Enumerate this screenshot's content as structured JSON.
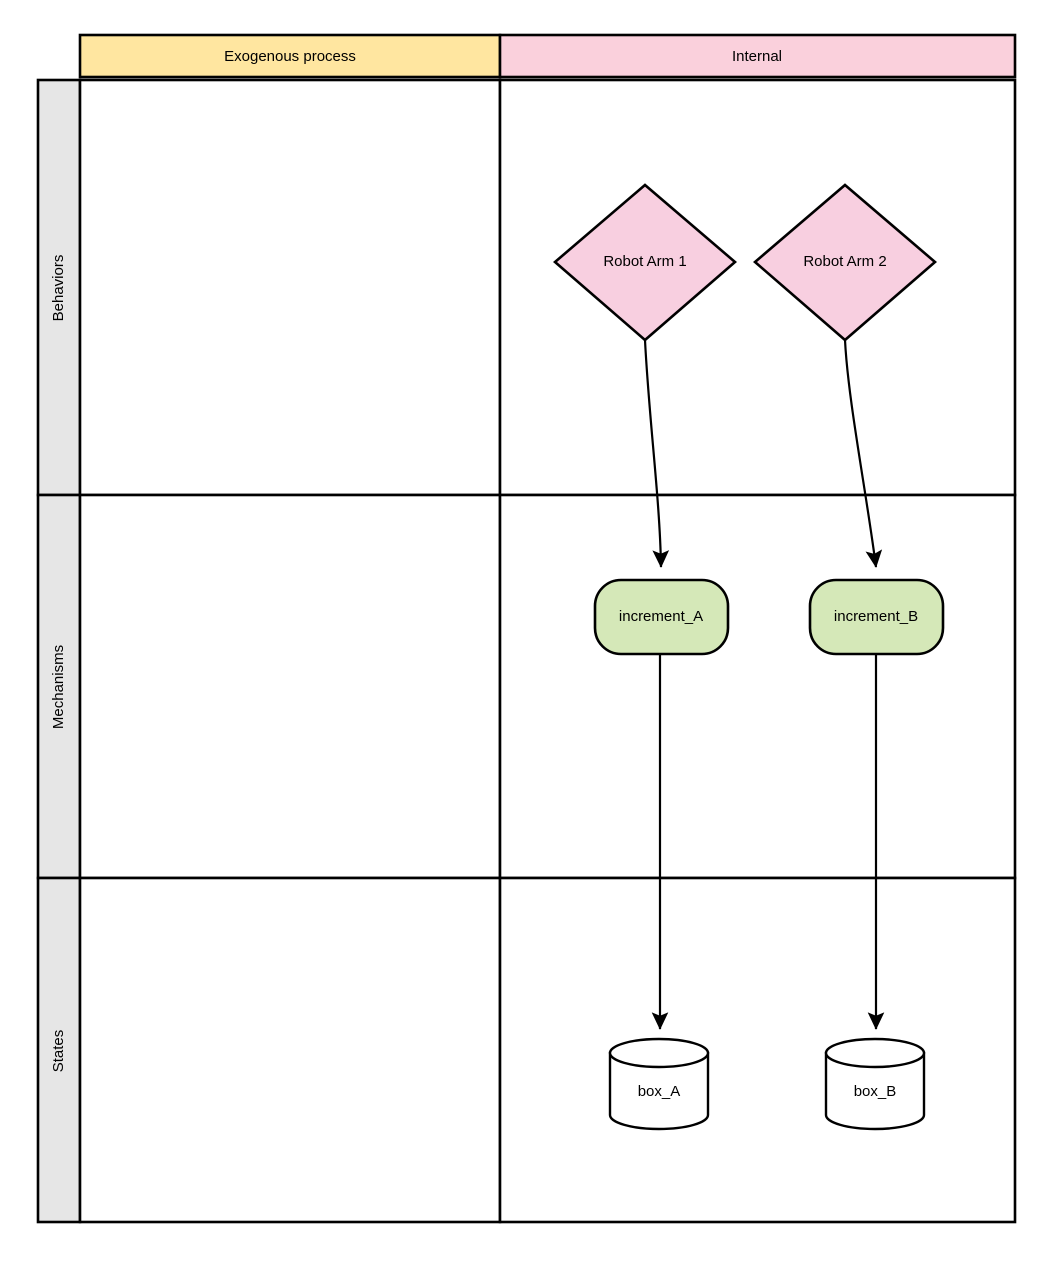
{
  "diagram": {
    "title": "Exogenous process / Internal pool diagram",
    "background": "#ffffff",
    "columns": [
      {
        "id": "exogenous",
        "label": "Exogenous process",
        "fill": "#ffe6a0"
      },
      {
        "id": "internal",
        "label": "Internal",
        "fill": "#fad0dc"
      }
    ],
    "rows": [
      {
        "id": "behaviors",
        "label": "Behaviors",
        "fill": "#e6e6e6"
      },
      {
        "id": "mechanisms",
        "label": "Mechanisms",
        "fill": "#e6e6e6"
      },
      {
        "id": "states",
        "label": "States",
        "fill": "#e6e6e6"
      }
    ],
    "nodes": [
      {
        "id": "robot-arm-1",
        "label": "Robot Arm 1",
        "shape": "diamond",
        "fill": "#f8cfe0",
        "stroke": "#000000",
        "row": "behaviors",
        "column": "internal"
      },
      {
        "id": "robot-arm-2",
        "label": "Robot Arm 2",
        "shape": "diamond",
        "fill": "#f8cfe0",
        "stroke": "#000000",
        "row": "behaviors",
        "column": "internal"
      },
      {
        "id": "increment-a",
        "label": "increment_A",
        "shape": "rounded-rectangle",
        "fill": "#d5e8b8",
        "stroke": "#000000",
        "row": "mechanisms",
        "column": "internal"
      },
      {
        "id": "increment-b",
        "label": "increment_B",
        "shape": "rounded-rectangle",
        "fill": "#d5e8b8",
        "stroke": "#000000",
        "row": "mechanisms",
        "column": "internal"
      },
      {
        "id": "box-a",
        "label": "box_A",
        "shape": "cylinder",
        "fill": "#ffffff",
        "stroke": "#000000",
        "row": "states",
        "column": "internal"
      },
      {
        "id": "box-b",
        "label": "box_B",
        "shape": "cylinder",
        "fill": "#ffffff",
        "stroke": "#000000",
        "row": "states",
        "column": "internal"
      }
    ],
    "edges": [
      {
        "id": "edge-arm1-inca",
        "from": "robot-arm-1",
        "to": "increment-a",
        "style": "curved-arrow",
        "label": ""
      },
      {
        "id": "edge-arm2-incb",
        "from": "robot-arm-2",
        "to": "increment-b",
        "style": "curved-arrow",
        "label": ""
      },
      {
        "id": "edge-inca-boxa",
        "from": "increment-a",
        "to": "box-a",
        "style": "straight-arrow",
        "label": ""
      },
      {
        "id": "edge-incb-boxb",
        "from": "increment-b",
        "to": "box-b",
        "style": "straight-arrow",
        "label": ""
      }
    ]
  }
}
